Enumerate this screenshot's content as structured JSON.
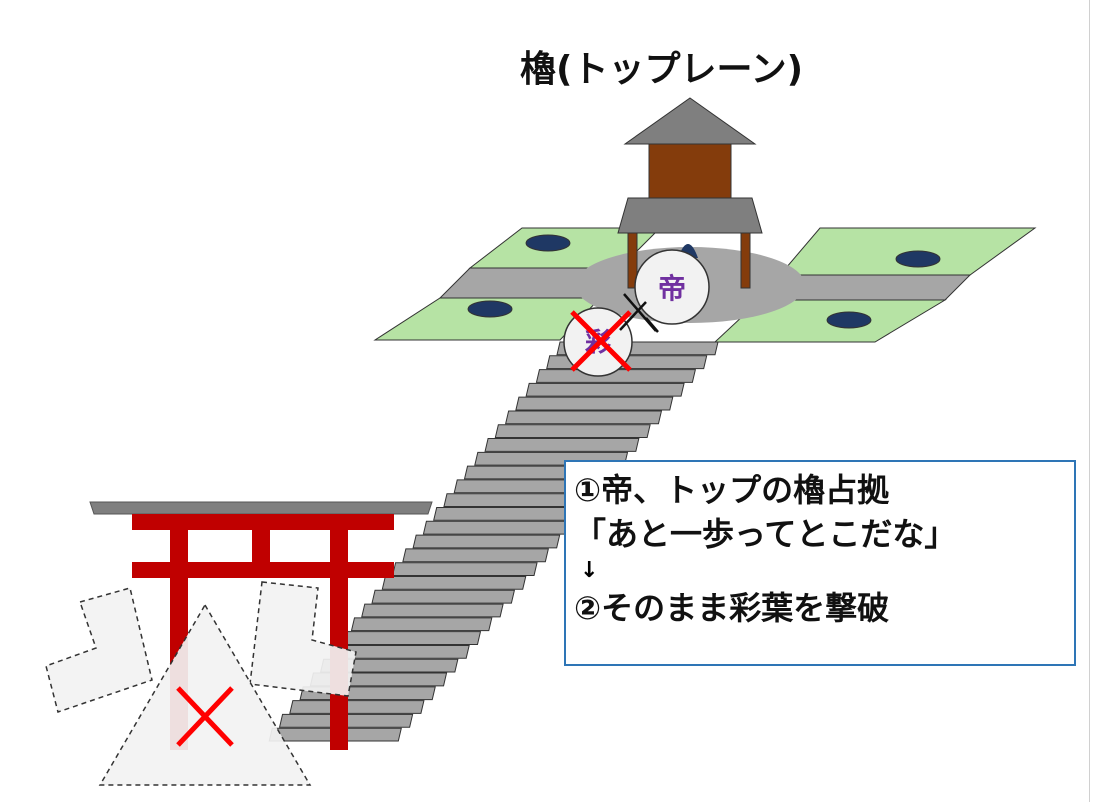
{
  "title": "櫓(トップレーン)",
  "tokens": {
    "mikado": "帝",
    "ayaha": "彩"
  },
  "note": {
    "line1": "①帝、トップの櫓占拠",
    "line2": "「あと一歩ってとこだな」",
    "arrow": "↓",
    "line3": "②そのまま彩葉を撃破"
  },
  "colors": {
    "torii": "#c00000",
    "field": "#b6e3a4",
    "road": "#a6a6a6",
    "tower_roof": "#7f7f7f",
    "tower_body": "#843c0c",
    "pit": "#1f3864",
    "defeat": "#ff0000",
    "note_border": "#2e75b6"
  }
}
